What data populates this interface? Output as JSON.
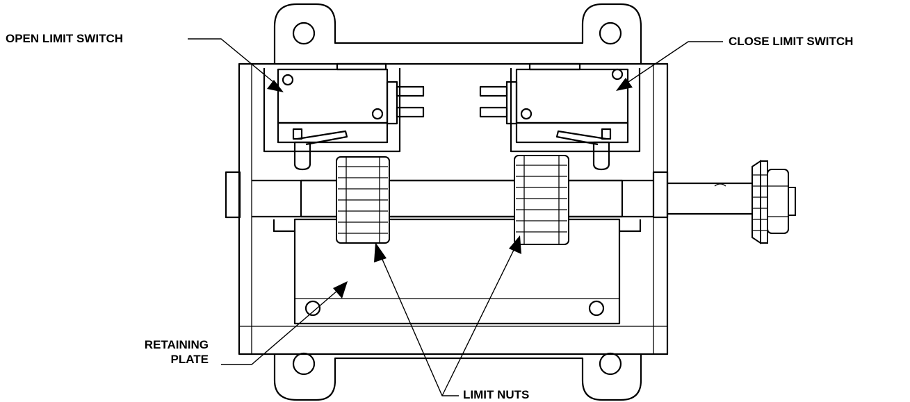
{
  "callouts": {
    "open_limit_switch": "OPEN LIMIT SWITCH",
    "close_limit_switch": "CLOSE LIMIT SWITCH",
    "retaining_plate_line1": "RETAINING",
    "retaining_plate_line2": "PLATE",
    "limit_nuts": "LIMIT NUTS"
  }
}
